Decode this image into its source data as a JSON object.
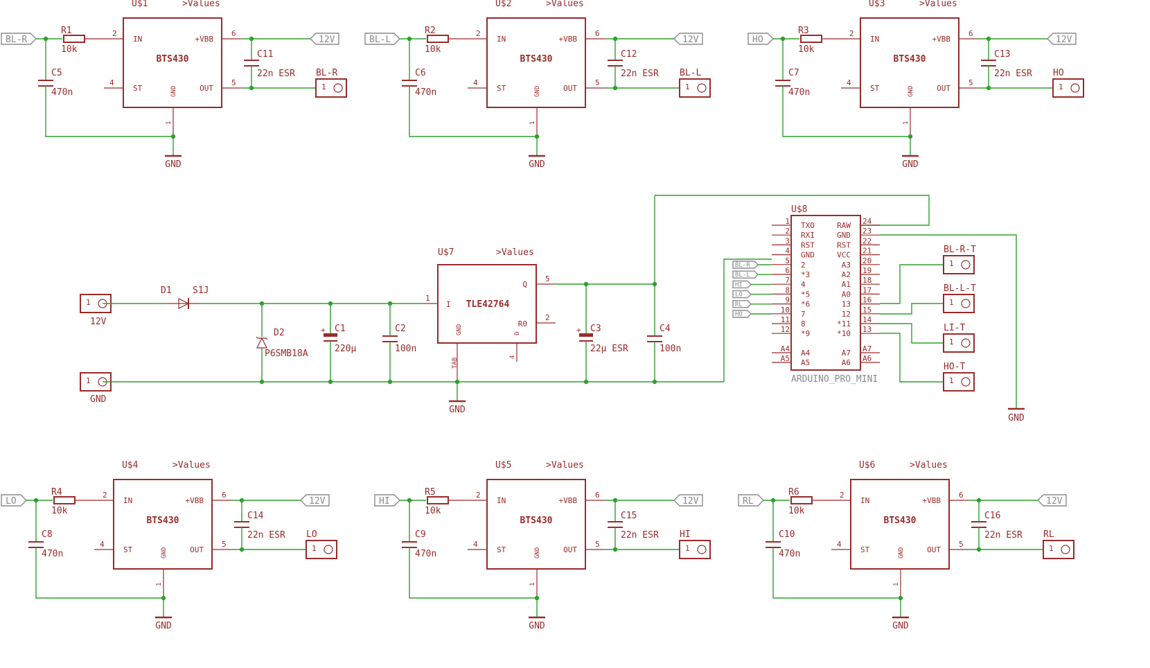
{
  "modules": [
    {
      "ref": "U$1",
      "value": ">Values",
      "part": "BTS430",
      "in_net": "BL-R",
      "r": {
        "name": "R1",
        "val": "10k"
      },
      "cin": {
        "name": "C5",
        "val": "470n"
      },
      "cout": {
        "name": "C11",
        "val": "22n ESR"
      },
      "out_label": "BL-R"
    },
    {
      "ref": "U$2",
      "value": ">Values",
      "part": "BTS430",
      "in_net": "BL-L",
      "r": {
        "name": "R2",
        "val": "10k"
      },
      "cin": {
        "name": "C6",
        "val": "470n"
      },
      "cout": {
        "name": "C12",
        "val": "22n ESR"
      },
      "out_label": "BL-L"
    },
    {
      "ref": "U$3",
      "value": ">Values",
      "part": "BTS430",
      "in_net": "HO",
      "r": {
        "name": "R3",
        "val": "10k"
      },
      "cin": {
        "name": "C7",
        "val": "470n"
      },
      "cout": {
        "name": "C13",
        "val": "22n ESR"
      },
      "out_label": "HO"
    },
    {
      "ref": "U$4",
      "value": ">Values",
      "part": "BTS430",
      "in_net": "LO",
      "r": {
        "name": "R4",
        "val": "10k"
      },
      "cin": {
        "name": "C8",
        "val": "470n"
      },
      "cout": {
        "name": "C14",
        "val": "22n ESR"
      },
      "out_label": "LO"
    },
    {
      "ref": "U$5",
      "value": ">Values",
      "part": "BTS430",
      "in_net": "HI",
      "r": {
        "name": "R5",
        "val": "10k"
      },
      "cin": {
        "name": "C9",
        "val": "470n"
      },
      "cout": {
        "name": "C15",
        "val": "22n ESR"
      },
      "out_label": "HI"
    },
    {
      "ref": "U$6",
      "value": ">Values",
      "part": "BTS430",
      "in_net": "RL",
      "r": {
        "name": "R6",
        "val": "10k"
      },
      "cin": {
        "name": "C10",
        "val": "470n"
      },
      "cout": {
        "name": "C16",
        "val": "22n ESR"
      },
      "out_label": "RL"
    }
  ],
  "bts_pins": {
    "in": "IN",
    "vbb": "+VBB",
    "st": "ST",
    "gnd": "GND",
    "out": "OUT",
    "p_in": "2",
    "p_vbb": "6",
    "p_st": "4",
    "p_out": "5",
    "p_gnd": "1"
  },
  "supply_net": "12V",
  "gnd_label": "GND",
  "connector_pin": "1",
  "regulator": {
    "ref": "U$7",
    "value": ">Values",
    "part": "TLE42764",
    "pin_i": "I",
    "pin_q": "Q",
    "pin_gnd": "GND",
    "pin_r0": "R0",
    "pin_d": "D",
    "pin_tab": "TAB",
    "p1": "1",
    "p5": "5",
    "p2": "2",
    "p4": "4"
  },
  "power": {
    "in_12v": "12V",
    "in_gnd": "GND",
    "d1": {
      "name": "D1",
      "val": "S1J"
    },
    "d2": {
      "name": "D2",
      "val": "P6SMB18A"
    },
    "c1": {
      "name": "C1",
      "val": "220µ"
    },
    "c2": {
      "name": "C2",
      "val": "100n"
    },
    "c3": {
      "name": "C3",
      "val": "22µ ESR"
    },
    "c4": {
      "name": "C4",
      "val": "100n"
    }
  },
  "arduino": {
    "ref": "U$8",
    "part": "ARDUINO_PRO_MINI",
    "left_nums": [
      "1",
      "2",
      "3",
      "4",
      "5",
      "6",
      "7",
      "8",
      "9",
      "10",
      "11",
      "12"
    ],
    "left_names": [
      "TXO",
      "RXI",
      "RST",
      "GND",
      "2",
      "*3",
      "4",
      "*5",
      "*6",
      "7",
      "8",
      "*9"
    ],
    "right_nums": [
      "24",
      "23",
      "22",
      "21",
      "20",
      "19",
      "18",
      "17",
      "16",
      "15",
      "14",
      "13"
    ],
    "right_names": [
      "RAW",
      "GND",
      "RST",
      "VCC",
      "A3",
      "A2",
      "A1",
      "A0",
      "13",
      "12",
      "*11",
      "*10"
    ],
    "a4": "A4",
    "a5": "A5",
    "a6": "A6",
    "a7": "A7",
    "flags": [
      "BL-R",
      "BL-L",
      "HI",
      "LO",
      "RL",
      "HO"
    ]
  },
  "test_points": [
    "BL-R-T",
    "BL-L-T",
    "LI-T",
    "HO-T"
  ]
}
